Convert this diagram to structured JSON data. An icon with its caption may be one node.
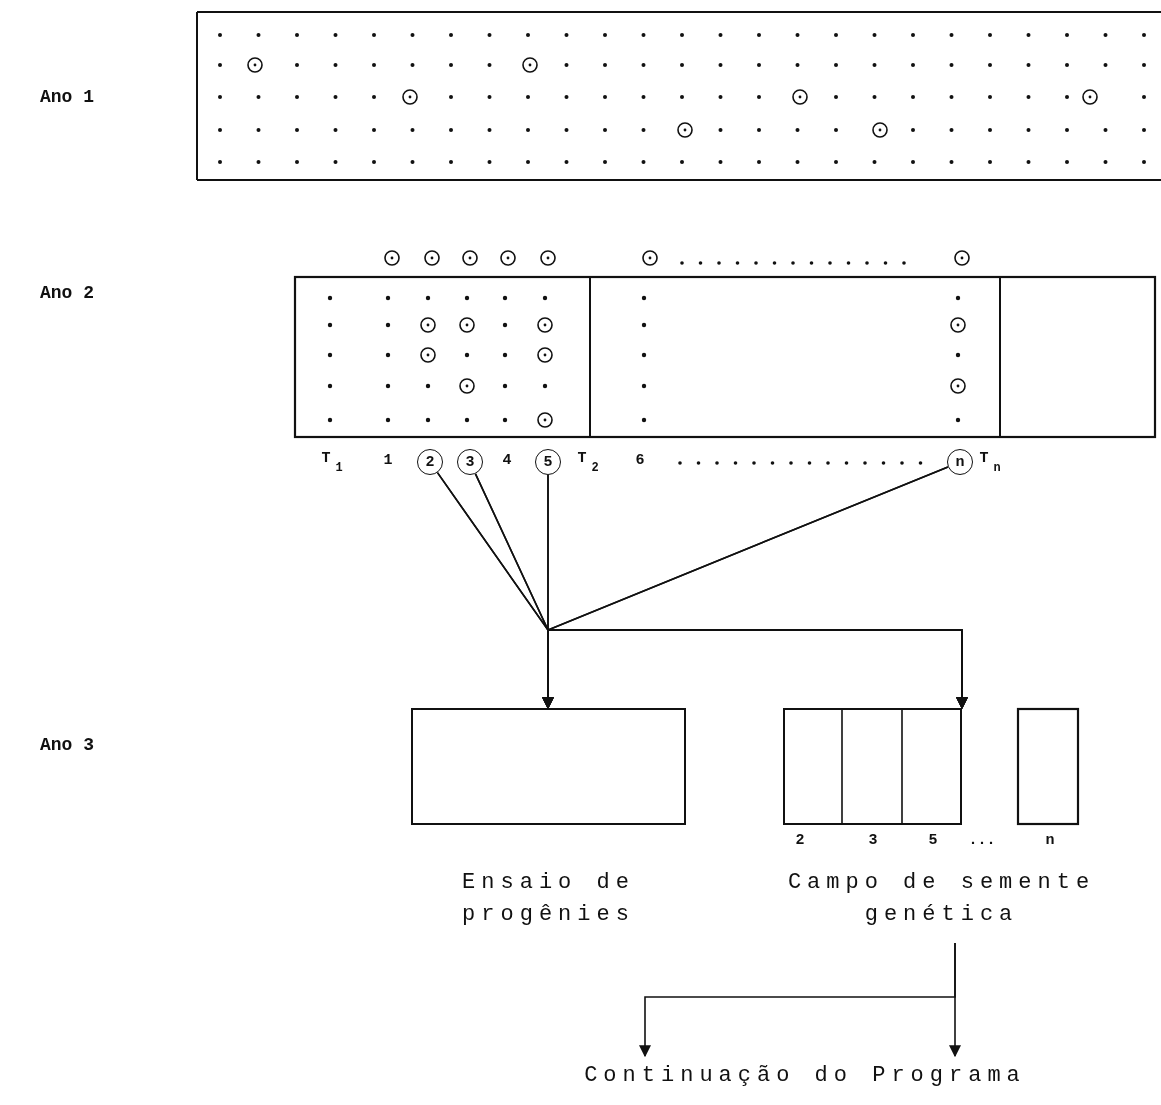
{
  "diagram": {
    "nodes": [
      {
        "text": [
          "2"
        ]
      },
      {
        "text": [
          "3"
        ]
      },
      {
        "text": [
          "5"
        ]
      },
      {
        "text": [
          "n"
        ]
      },
      {
        "text": [
          "Ensaio de progênies"
        ]
      },
      {
        "text": [
          "Campo de semente genética"
        ]
      },
      {
        "text": [
          "Continuação do Programa"
        ]
      }
    ],
    "edges": [
      {
        "from": 0,
        "to": 4,
        "arrow": "to"
      },
      {
        "from": 0,
        "to": 5,
        "arrow": "to"
      },
      {
        "from": 1,
        "to": 4,
        "arrow": "to"
      },
      {
        "from": 1,
        "to": 5,
        "arrow": "to"
      },
      {
        "from": 2,
        "to": 4,
        "arrow": "to"
      },
      {
        "from": 2,
        "to": 5,
        "arrow": "to"
      },
      {
        "from": 3,
        "to": 4,
        "arrow": "to"
      },
      {
        "from": 3,
        "to": 5,
        "arrow": "to"
      },
      {
        "from": 5,
        "to": 6,
        "arrow": "to"
      },
      {
        "from": 5,
        "to": 6,
        "arrow": "to"
      }
    ],
    "labels": [
      "Ano 1",
      "Ano 2",
      "T$_{1}$",
      "1",
      "4",
      "T$_{2}$",
      "6",
      "T$_{n}$",
      "Ano 3",
      "2",
      "3",
      "5",
      "...",
      "n"
    ]
  }
}
